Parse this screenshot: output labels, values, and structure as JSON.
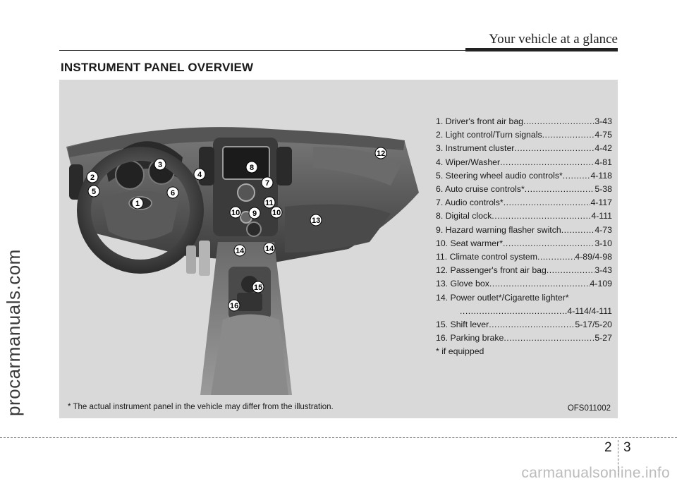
{
  "header": {
    "title": "Your vehicle at a glance"
  },
  "section": {
    "heading": "INSTRUMENT PANEL OVERVIEW"
  },
  "legend": {
    "items": [
      {
        "label": "1. Driver's front air bag",
        "page": "3-43"
      },
      {
        "label": "2. Light control/Turn signals",
        "page": "4-75"
      },
      {
        "label": "3. Instrument cluster",
        "page": "4-42"
      },
      {
        "label": "4. Wiper/Washer",
        "page": "4-81"
      },
      {
        "label": "5. Steering wheel audio controls*",
        "page": "4-118"
      },
      {
        "label": "6. Auto cruise controls*",
        "page": "5-38"
      },
      {
        "label": "7. Audio controls*",
        "page": "4-117"
      },
      {
        "label": "8. Digital clock",
        "page": "4-111"
      },
      {
        "label": "9. Hazard warning flasher switch",
        "page": "4-73"
      },
      {
        "label": "10. Seat warmer*",
        "page": "3-10"
      },
      {
        "label": "11. Climate control system",
        "page": "4-89/4-98"
      },
      {
        "label": "12. Passenger's front air bag",
        "page": "3-43"
      },
      {
        "label": "13. Glove box",
        "page": "4-109"
      },
      {
        "label": "14. Power outlet*/Cigarette lighter*",
        "page": "4-114/4-111"
      },
      {
        "label": "15. Shift lever",
        "page": "5-17/5-20"
      },
      {
        "label": "16. Parking brake",
        "page": "5-27"
      }
    ],
    "note": "* if equipped"
  },
  "callouts": [
    "1",
    "2",
    "3",
    "4",
    "5",
    "6",
    "7",
    "8",
    "9",
    "10",
    "10",
    "11",
    "12",
    "13",
    "14",
    "14",
    "15",
    "16"
  ],
  "footnote": "* The actual instrument panel in the vehicle may differ from the illustration.",
  "figure_code": "OFS011002",
  "page": {
    "left": "2",
    "right": "3"
  },
  "watermark": "procarmanuals.com",
  "footer_watermark": "carmanualsonline.info"
}
